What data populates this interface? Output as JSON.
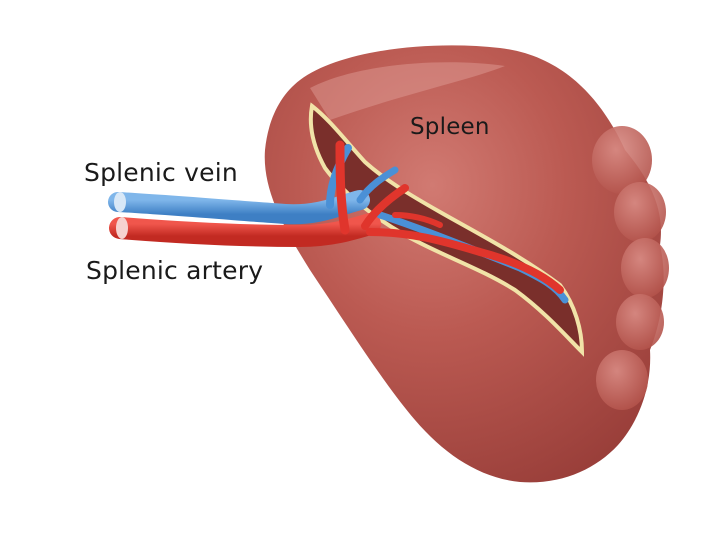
{
  "labels": {
    "spleen": "Spleen",
    "splenic_vein": "Splenic vein",
    "splenic_artery": "Splenic artery"
  },
  "colors": {
    "background": "#ffffff",
    "spleen_tissue": "#b9574f",
    "spleen_highlight": "#d4807a",
    "hilum_border": "#f1e3a8",
    "artery": "#e0352c",
    "vein": "#4a90d6",
    "label_text": "#1a1a1a"
  }
}
